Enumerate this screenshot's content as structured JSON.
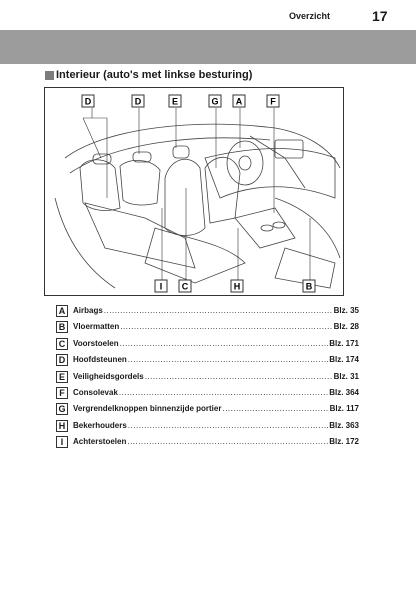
{
  "header": {
    "section": "Overzicht",
    "page_number": "17"
  },
  "title": "Interieur (auto's met linkse besturing)",
  "figure": {
    "top_callouts": [
      "D",
      "D",
      "E",
      "G",
      "A",
      "F"
    ],
    "bottom_callouts": [
      "I",
      "C",
      "H",
      "B"
    ]
  },
  "index": [
    {
      "letter": "A",
      "label": "Airbags",
      "page": "Blz. 35"
    },
    {
      "letter": "B",
      "label": "Vloermatten",
      "page": "Blz. 28"
    },
    {
      "letter": "C",
      "label": "Voorstoelen",
      "page": "Blz. 171"
    },
    {
      "letter": "D",
      "label": "Hoofdsteunen",
      "page": "Blz. 174"
    },
    {
      "letter": "E",
      "label": "Veiligheidsgordels",
      "page": "Blz. 31"
    },
    {
      "letter": "F",
      "label": "Consolevak",
      "page": "Blz. 364"
    },
    {
      "letter": "G",
      "label": "Vergrendelknoppen binnenzijde portier",
      "page": "Blz. 117"
    },
    {
      "letter": "H",
      "label": "Bekerhouders",
      "page": "Blz. 363"
    },
    {
      "letter": "I",
      "label": "Achterstoelen",
      "page": "Blz. 172"
    }
  ]
}
